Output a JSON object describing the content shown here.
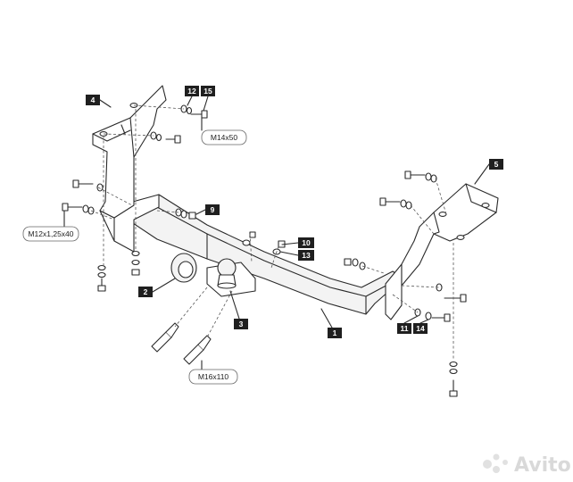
{
  "part_tags": [
    "4",
    "12",
    "15",
    "9",
    "10",
    "13",
    "5",
    "2",
    "3",
    "1",
    "11",
    "14"
  ],
  "spec_labels": [
    "M14x50",
    "M12x1,25x40",
    "M16x110"
  ],
  "watermark": "Avito",
  "colors": {
    "line": "#2a2a2a",
    "tag_bg": "#1f1f1f",
    "tag_text": "#ffffff",
    "watermark": "#d9d9d9"
  }
}
